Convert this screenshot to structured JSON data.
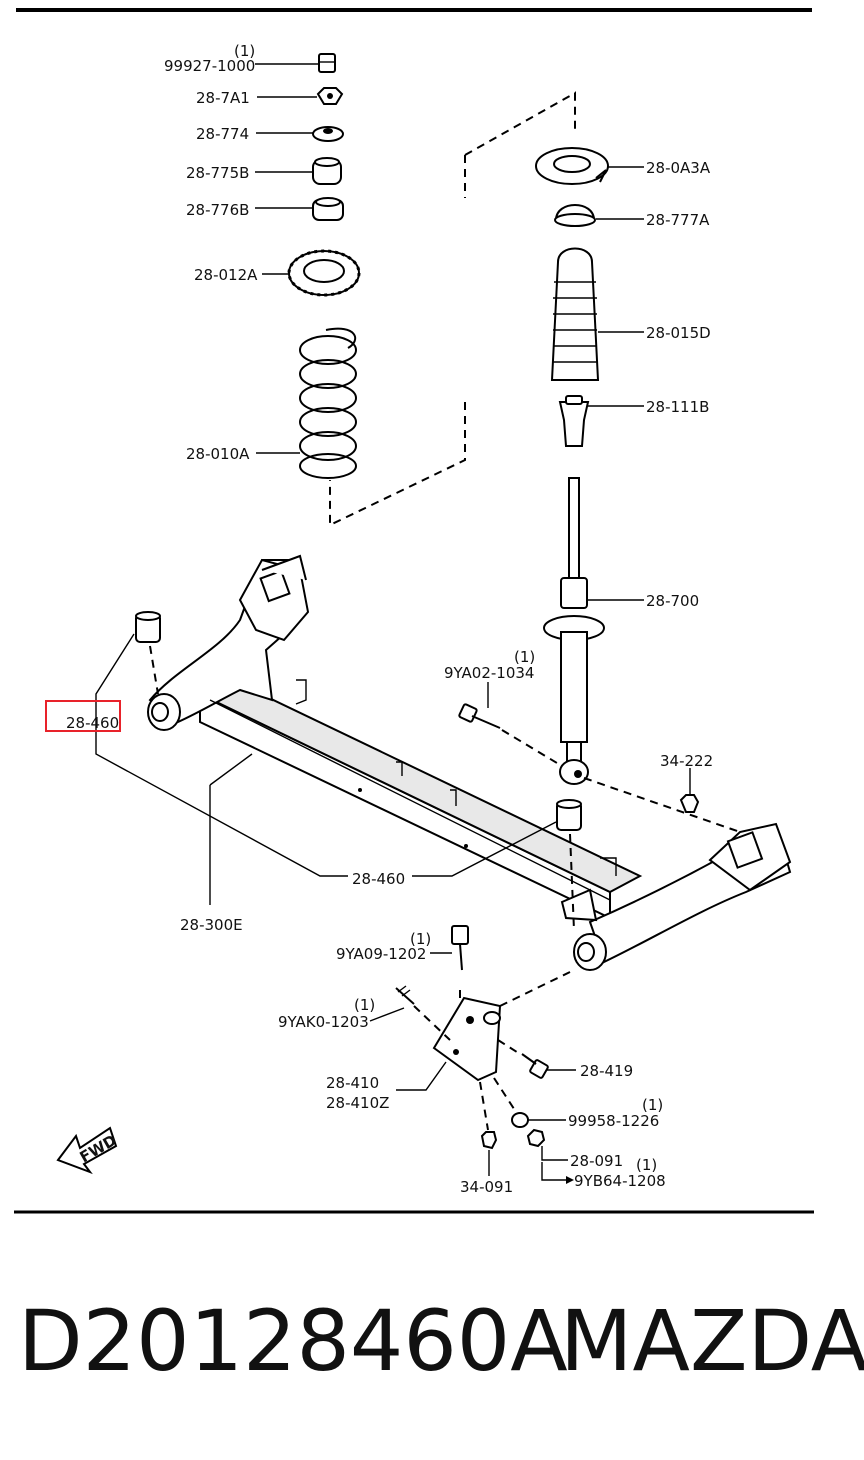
{
  "highlight": {
    "color": "#e8222a"
  },
  "labels": [
    {
      "id": "l-99927-qty",
      "text": "(1)"
    },
    {
      "id": "l-99927",
      "text": "99927-1000"
    },
    {
      "id": "l-287a1",
      "text": "28-7A1"
    },
    {
      "id": "l-28774",
      "text": "28-774"
    },
    {
      "id": "l-28775b",
      "text": "28-775B"
    },
    {
      "id": "l-28776b",
      "text": "28-776B"
    },
    {
      "id": "l-28012a",
      "text": "28-012A"
    },
    {
      "id": "l-28010a",
      "text": "28-010A"
    },
    {
      "id": "l-280a3a",
      "text": "28-0A3A"
    },
    {
      "id": "l-28777a",
      "text": "28-777A"
    },
    {
      "id": "l-28015d",
      "text": "28-015D"
    },
    {
      "id": "l-28111b",
      "text": "28-111B"
    },
    {
      "id": "l-28700",
      "text": "28-700"
    },
    {
      "id": "l-9ya02-qty",
      "text": "(1)"
    },
    {
      "id": "l-9ya02",
      "text": "9YA02-1034"
    },
    {
      "id": "l-34222",
      "text": "34-222"
    },
    {
      "id": "l-28460-hl",
      "text": "28-460"
    },
    {
      "id": "l-28460",
      "text": "28-460"
    },
    {
      "id": "l-28300e",
      "text": "28-300E"
    },
    {
      "id": "l-9ya09-qty",
      "text": "(1)"
    },
    {
      "id": "l-9ya09",
      "text": "9YA09-1202"
    },
    {
      "id": "l-9yak0-qty",
      "text": "(1)"
    },
    {
      "id": "l-9yak0",
      "text": "9YAK0-1203"
    },
    {
      "id": "l-28419",
      "text": "28-419"
    },
    {
      "id": "l-28410",
      "text": "28-410"
    },
    {
      "id": "l-28410z",
      "text": "28-410Z"
    },
    {
      "id": "l-99958-qty",
      "text": "(1)"
    },
    {
      "id": "l-99958",
      "text": "99958-1226"
    },
    {
      "id": "l-28091",
      "text": "28-091"
    },
    {
      "id": "l-9yb64-qty",
      "text": "(1)"
    },
    {
      "id": "l-9yb64",
      "text": "9YB64-1208"
    },
    {
      "id": "l-34091",
      "text": "34-091"
    },
    {
      "id": "l-fwd",
      "text": "FWD"
    }
  ],
  "footer": {
    "part_number": "D20128460A",
    "brand": "MAZDA"
  }
}
